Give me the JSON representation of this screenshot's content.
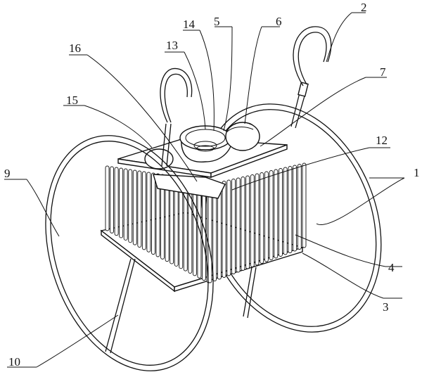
{
  "figure": {
    "labels": {
      "l1": "1",
      "l2": "2",
      "l3": "3",
      "l4": "4",
      "l5": "5",
      "l6": "6",
      "l7": "7",
      "l9": "9",
      "l10": "10",
      "l12": "12",
      "l13": "13",
      "l14": "14",
      "l15": "15",
      "l16": "16"
    }
  }
}
